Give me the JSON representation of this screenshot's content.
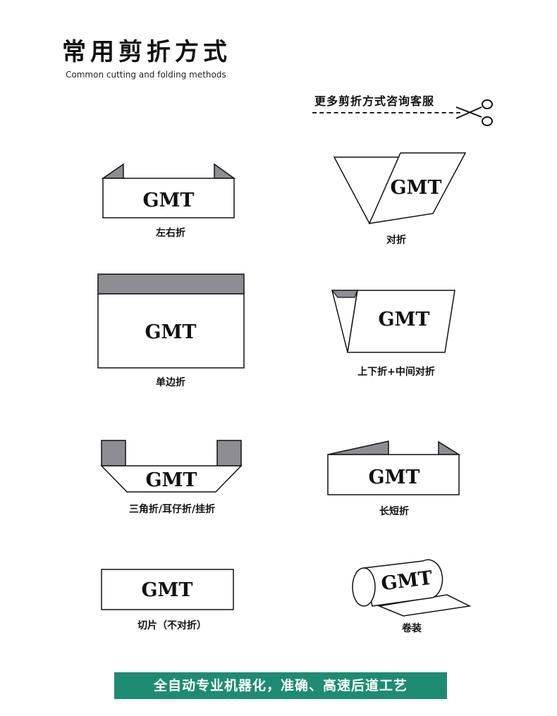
{
  "header": {
    "title": "常用剪折方式",
    "subtitle": "Common cutting and folding methods",
    "more_link": "更多剪折方式咨询客服"
  },
  "colors": {
    "fold_gray": "#8e8d94",
    "outline": "#111111",
    "banner_bg": "#1e8b73",
    "banner_text": "#ffffff"
  },
  "folds": [
    {
      "label": "左右折",
      "logo": "GMT"
    },
    {
      "label": "对折",
      "logo": "GMT"
    },
    {
      "label": "单边折",
      "logo": "GMT"
    },
    {
      "label": "上下折+中间对折",
      "logo": "GMT"
    },
    {
      "label": "三角折/耳仔折/挂折",
      "logo": "GMT"
    },
    {
      "label": "长短折",
      "logo": "GMT"
    },
    {
      "label": "切片（不对折）",
      "logo": "GMT"
    },
    {
      "label": "卷装",
      "logo": "GMT"
    }
  ],
  "banner": {
    "text": "全自动专业机器化，准确、高速后道工艺"
  }
}
